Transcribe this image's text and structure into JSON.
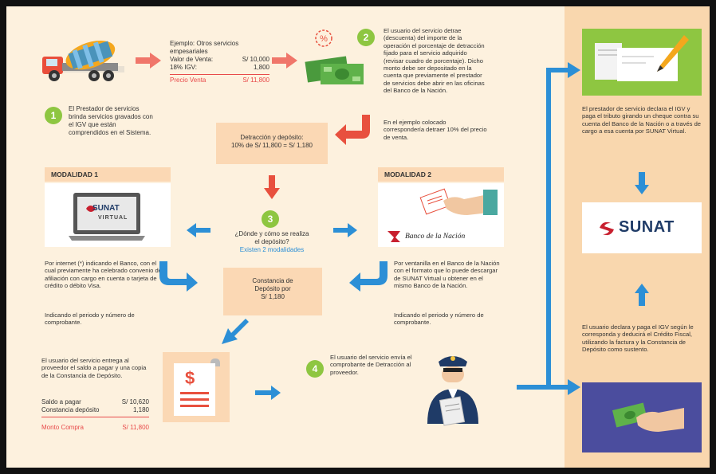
{
  "example": {
    "title": "Ejemplo: Otros servicios empesariales",
    "rows": [
      {
        "label": "Valor de Venta:",
        "value": "S/ 10,000"
      },
      {
        "label": "18% IGV:",
        "value": "1,800"
      }
    ],
    "total_label": "Precio Venta",
    "total_value": "S/ 11,800"
  },
  "step1": {
    "num": "1",
    "text": "El Prestador de servicios brinda servicios gravados con el IGV que están comprendidos en el Sistema."
  },
  "step2": {
    "num": "2",
    "text": "El usuario del servicio detrae (descuenta) del importe de la operación el porcentaje de detracción fijado para el servicio adquirido (revisar cuadro de porcentaje). Dicho monto debe ser depositado en la cuenta que previamente el prestador de servicios debe abrir en las oficinas del Banco de la Nación.",
    "text2": "En el ejemplo colocado correspondería detraer 10% del precio de venta."
  },
  "detraccion_box": {
    "line1": "Detracción y depósito:",
    "line2": "10% de S/ 11,800 = S/ 1,180"
  },
  "step3": {
    "num": "3",
    "question": "¿Dónde y cómo se realiza el depósito?",
    "link": "Existen 2 modalidades"
  },
  "modalidad1": {
    "header": "MODALIDAD 1",
    "logo_text": "SUNAT",
    "logo_sub": "VIRTUAL",
    "text": "Por internet (*) indicando el Banco, con el cual previamente ha celebrado convenio de afiliación con cargo en cuenta o tarjeta de crédito o débito Visa.",
    "text2": "Indicando el periodo y número de comprobante."
  },
  "modalidad2": {
    "header": "MODALIDAD 2",
    "bank_name": "Banco de la Nación",
    "text": "Por ventanilla en el Banco de la Nación con el formato que lo puede descargar de SUNAT Virtual u obtener en el mismo Banco de la Nación.",
    "text2": "Indicando el periodo y número de comprobante."
  },
  "constancia_box": {
    "line1": "Constancia de",
    "line2": "Depósito por",
    "line3": "S/ 1,180"
  },
  "bottom_left": {
    "text": "El usuario del servicio entrega al proveedor el saldo a pagar y una copia de la Constancia de Depósito.",
    "rows": [
      {
        "label": "Saldo a pagar",
        "value": "S/ 10,620"
      },
      {
        "label": "Constancia depósito",
        "value": "1,180"
      }
    ],
    "total_label": "Monto Compra",
    "total_value": "S/ 11,800"
  },
  "step4": {
    "num": "4",
    "text": "El usuario del servicio envía el comprobante de Detracción al proveedor."
  },
  "right": {
    "text_top": "El prestador de servicio declara el IGV y paga el tributo girando un cheque contra su cuenta del Banco de la Nación o a través de cargo a esa cuenta por SUNAT Virtual.",
    "logo": "SUNAT",
    "text_bottom": "El usuario declara y paga el IGV según le corresponda y deducirá el Crédito Fiscal, utilizando la factura y la Constancia de Depósito como sustento."
  },
  "colors": {
    "arrow_red": "#e8503e",
    "arrow_blue": "#2c8fd6",
    "green": "#8ec641",
    "peach": "#fbd8b4",
    "navy": "#1f3b67"
  }
}
